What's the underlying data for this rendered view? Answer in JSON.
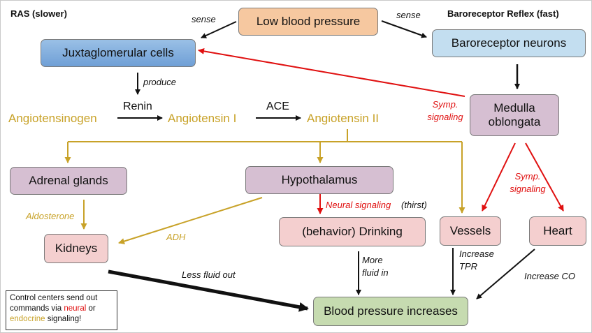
{
  "headers": {
    "ras": "RAS (slower)",
    "baroreflex": "Baroreceptor Reflex (fast)"
  },
  "nodes": {
    "low_bp": "Low blood pressure",
    "jg_cells": "Juxtaglomerular cells",
    "baroreceptor": "Baroreceptor neurons",
    "medulla": "Medulla oblongata",
    "adrenal": "Adrenal glands",
    "hypothalamus": "Hypothalamus",
    "kidneys": "Kidneys",
    "drinking": "(behavior) Drinking",
    "vessels": "Vessels",
    "heart": "Heart",
    "bp_increases": "Blood pressure increases"
  },
  "molecules": {
    "angiotensinogen": "Angiotensinogen",
    "angiotensin1": "Angiotensin I",
    "angiotensin2": "Angiotensin II"
  },
  "enzymes": {
    "renin": "Renin",
    "ace": "ACE"
  },
  "labels": {
    "sense_left": "sense",
    "sense_right": "sense",
    "produce": "produce",
    "symp_signaling_1": "Symp. signaling",
    "symp_signaling_2": "Symp. signaling",
    "aldosterone": "Aldosterone",
    "adh": "ADH",
    "neural_signaling": "Neural signaling",
    "thirst": "(thirst)",
    "less_fluid_out": "Less fluid out",
    "more_fluid_in": "More fluid in",
    "increase_tpr": "Increase TPR",
    "increase_co": "Increase CO"
  },
  "note": {
    "part1": "Control centers send out commands via ",
    "neural": "neural",
    "part2": " or ",
    "endocrine": "endocrine",
    "part3": " signaling!"
  },
  "colors": {
    "neural": "#e01010",
    "endocrine": "#c8a228",
    "default": "#111111"
  }
}
